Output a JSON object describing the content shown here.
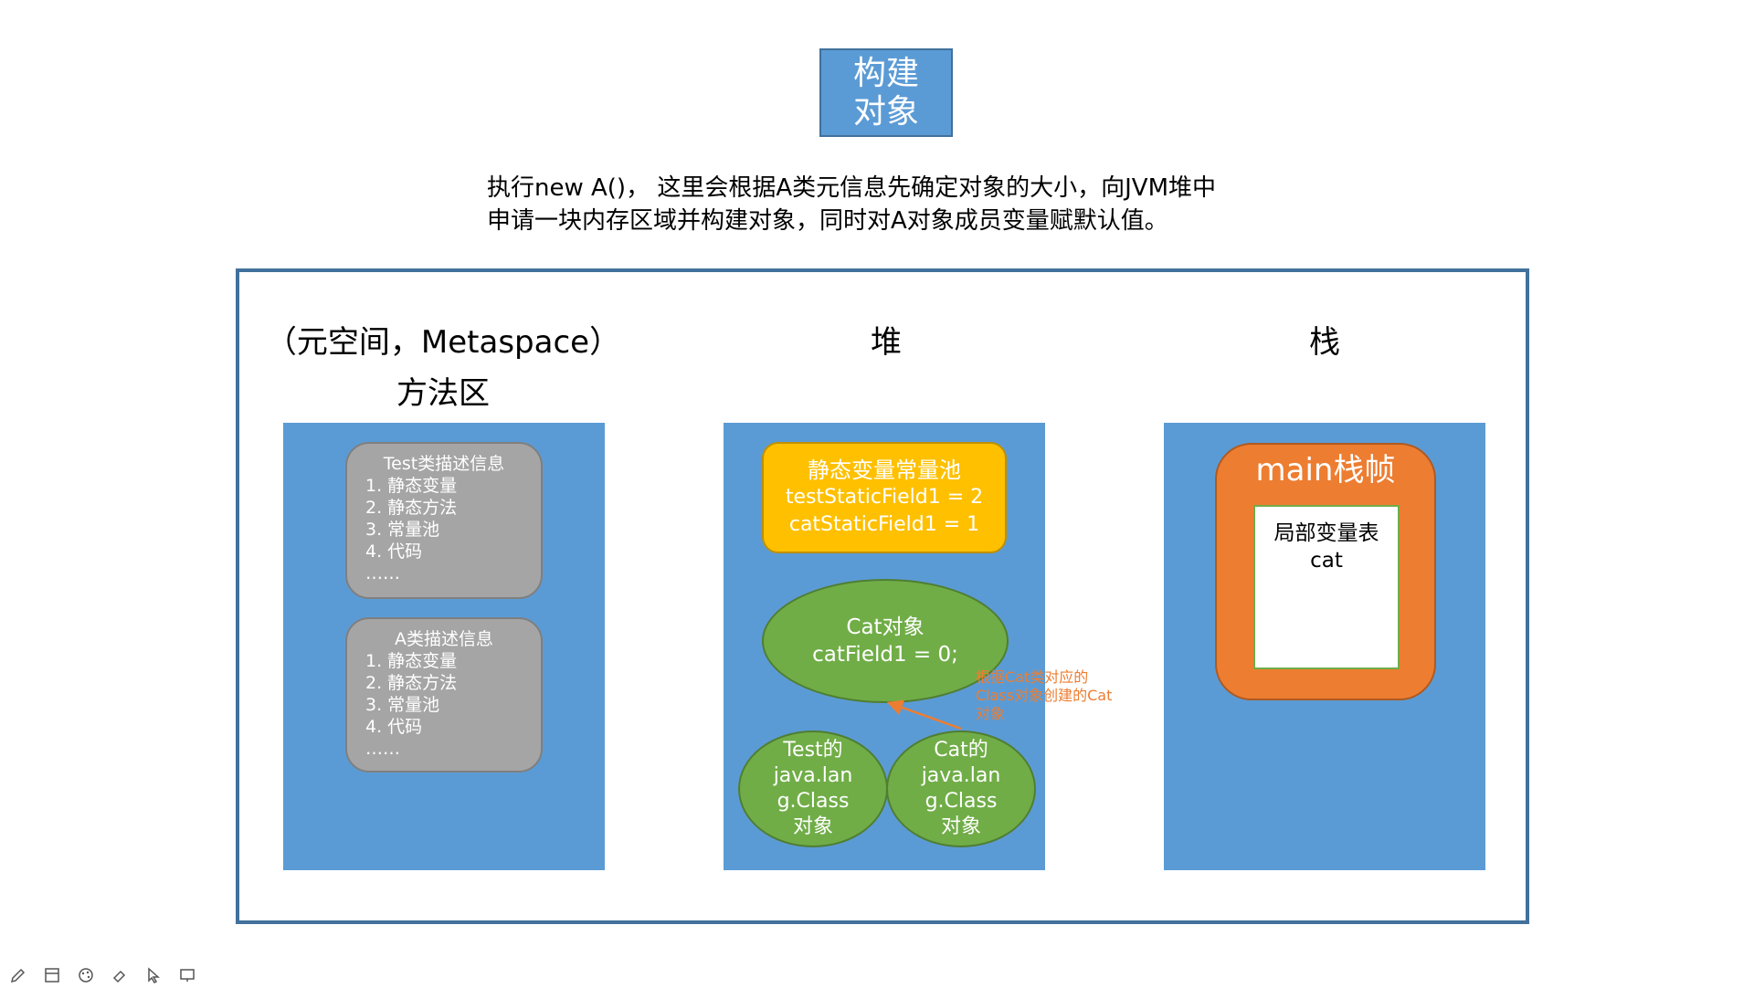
{
  "title": {
    "line1": "构建",
    "line2": "对象"
  },
  "description": {
    "line1": "执行new A()， 这里会根据A类元信息先确定对象的大小，向JVM堆中",
    "line2": "申请一块内存区域并构建对象，同时对A对象成员变量赋默认值。"
  },
  "method_area": {
    "heading_line1": "（元空间，Metaspace）",
    "heading_line2": "方法区",
    "test_card": {
      "title": "Test类描述信息",
      "items": [
        "1. 静态变量",
        "2. 静态方法",
        "3. 常量池",
        "4. 代码",
        "……"
      ]
    },
    "a_card": {
      "title": "A类描述信息",
      "items": [
        "1. 静态变量",
        "2. 静态方法",
        "3. 常量池",
        "4. 代码",
        "……"
      ]
    }
  },
  "heap": {
    "heading": "堆",
    "static_pool": {
      "title": "静态变量常量池",
      "line1": "testStaticField1 = 2",
      "line2": "catStaticField1 = 1"
    },
    "cat_object": {
      "line1": "Cat对象",
      "line2": "catField1 = 0;"
    },
    "test_class": {
      "lines": [
        "Test的",
        "java.lan",
        "g.Class",
        "对象"
      ]
    },
    "cat_class": {
      "lines": [
        "Cat的",
        "java.lan",
        "g.Class",
        "对象"
      ]
    },
    "note": {
      "line1": "根据Cat类对应的",
      "line2": "Class对象创建的Cat",
      "line3": "对象"
    }
  },
  "stack": {
    "heading": "栈",
    "frame_title": "main栈帧",
    "locals_title": "局部变量表",
    "locals_value": "cat"
  },
  "colors": {
    "blue": "#5b9bd5",
    "orange": "#ed7d31",
    "green": "#70ad47",
    "yellow": "#ffc000",
    "gray": "#a5a5a5",
    "frame": "#41719c"
  },
  "toolbar_icons": [
    "pencil-icon",
    "layout-icon",
    "palette-icon",
    "eraser-icon",
    "pointer-icon",
    "screen-icon"
  ]
}
